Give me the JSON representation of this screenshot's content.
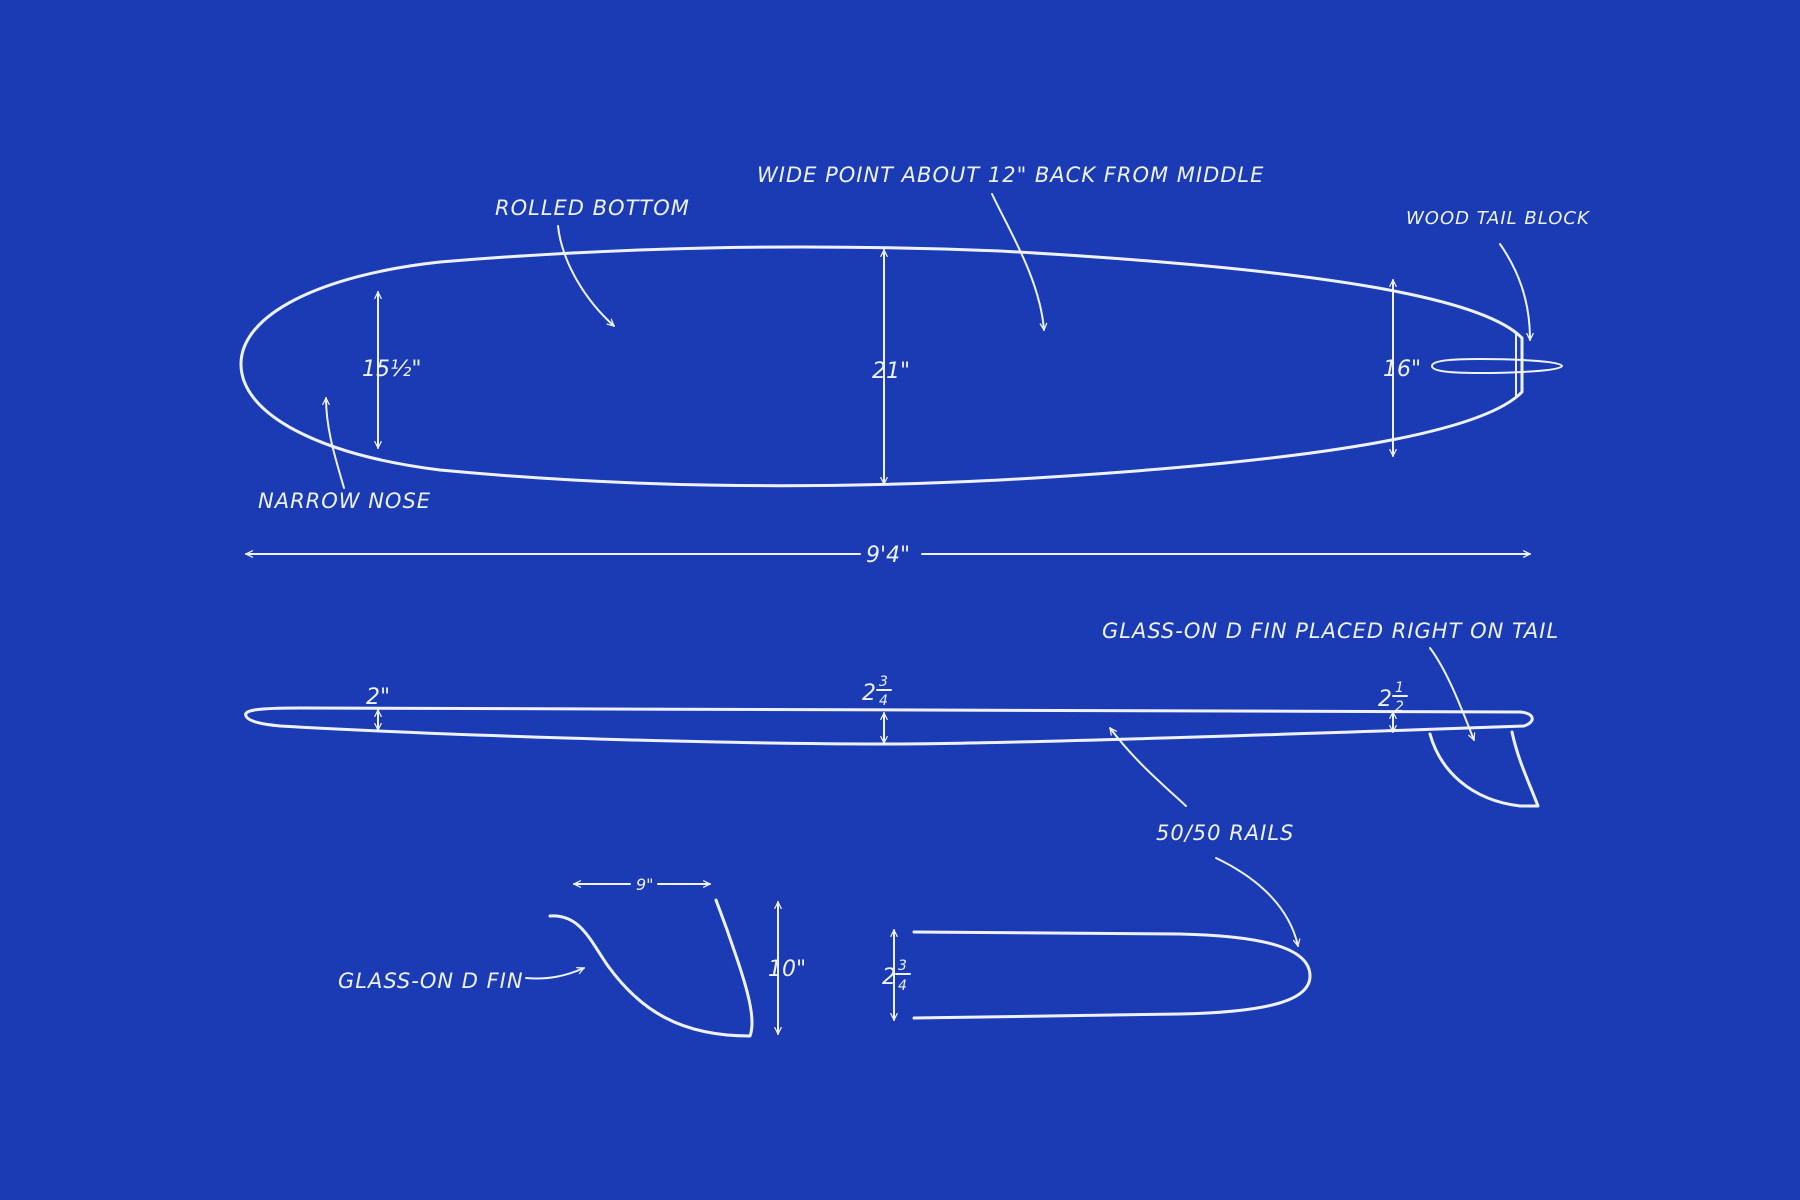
{
  "colors": {
    "background": "#1a3bb3",
    "ink": "#eef1ff"
  },
  "labels": {
    "wide_point": "WIDE POINT ABOUT 12\" BACK FROM MIDDLE",
    "rolled_bottom": "ROLLED BOTTOM",
    "wood_tail_block": "WOOD TAIL BLOCK",
    "narrow_nose": "NARROW NOSE",
    "glass_on_fin_placed": "GLASS-ON D FIN PLACED RIGHT ON TAIL",
    "rails": "50/50 RAILS",
    "glass_on_fin": "GLASS-ON D FIN"
  },
  "dimensions": {
    "nose_width": "15½\"",
    "center_width": "21\"",
    "tail_width": "16\"",
    "length": "9'4\"",
    "nose_thickness": "2\"",
    "center_thickness_whole": "2",
    "center_thickness_num": "3",
    "center_thickness_den": "4",
    "tail_thickness_whole": "2",
    "tail_thickness_num": "1",
    "tail_thickness_den": "2",
    "fin_base": "9\"",
    "fin_height": "10\"",
    "rail_thickness_whole": "2",
    "rail_thickness_num": "3",
    "rail_thickness_den": "4"
  }
}
